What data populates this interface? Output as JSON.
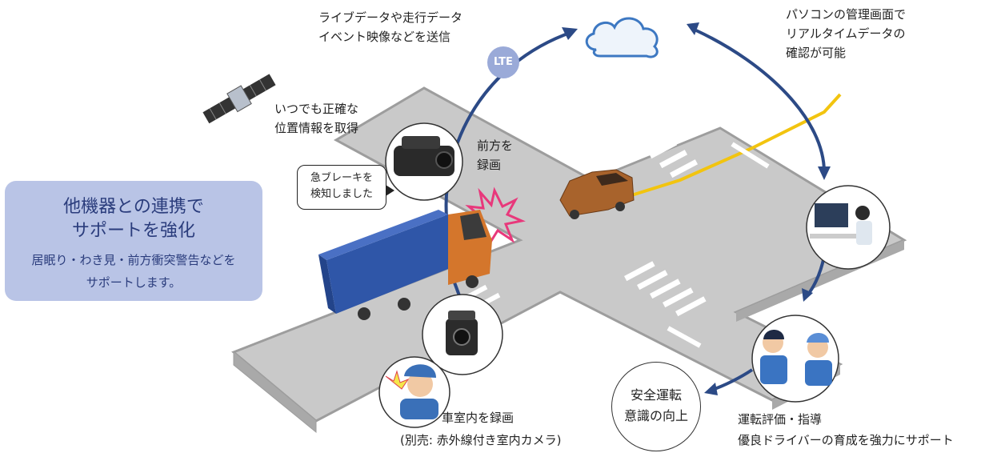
{
  "panel": {
    "title_line1": "他機器との連携で",
    "title_line2": "サポートを強化",
    "desc_line1": "居眠り・わき見・前方衝突警告などを",
    "desc_line2": "サポートします。"
  },
  "labels": {
    "live_data": "ライブデータや走行データ\nイベント映像などを送信",
    "pc_admin": "パソコンの管理画面で\nリアルタイムデータの\n確認が可能",
    "gps": "いつでも正確な\n位置情報を取得",
    "front_rec": "前方を\n録画",
    "brake_bubble": "急ブレーキを\n検知しました",
    "lte": "LTE",
    "cabin_rec": "車室内を録画",
    "cabin_camera": "(別売: 赤外線付き室内カメラ)",
    "safety": "安全運転\n意識の向上",
    "evaluation": "運転評価・指導",
    "driver_dev": "優良ドライバーの育成を強力にサポート"
  },
  "colors": {
    "arrow": "#2c4a86",
    "panel_bg": "#b9c4e6",
    "panel_text": "#2a3c7c",
    "road": "#c9c9c9",
    "curb": "#9d9d9d",
    "truck_container": "#2f56a8",
    "truck_cab": "#d4762c",
    "car": "#a8632c",
    "route": "#f2c40f",
    "crash": "#e8387b"
  },
  "icons": [
    "satellite-icon",
    "cloud-icon",
    "dashcam-icon",
    "cabin-camera-icon",
    "office-pc-icon",
    "drivers-icon",
    "crash-burst-icon"
  ]
}
